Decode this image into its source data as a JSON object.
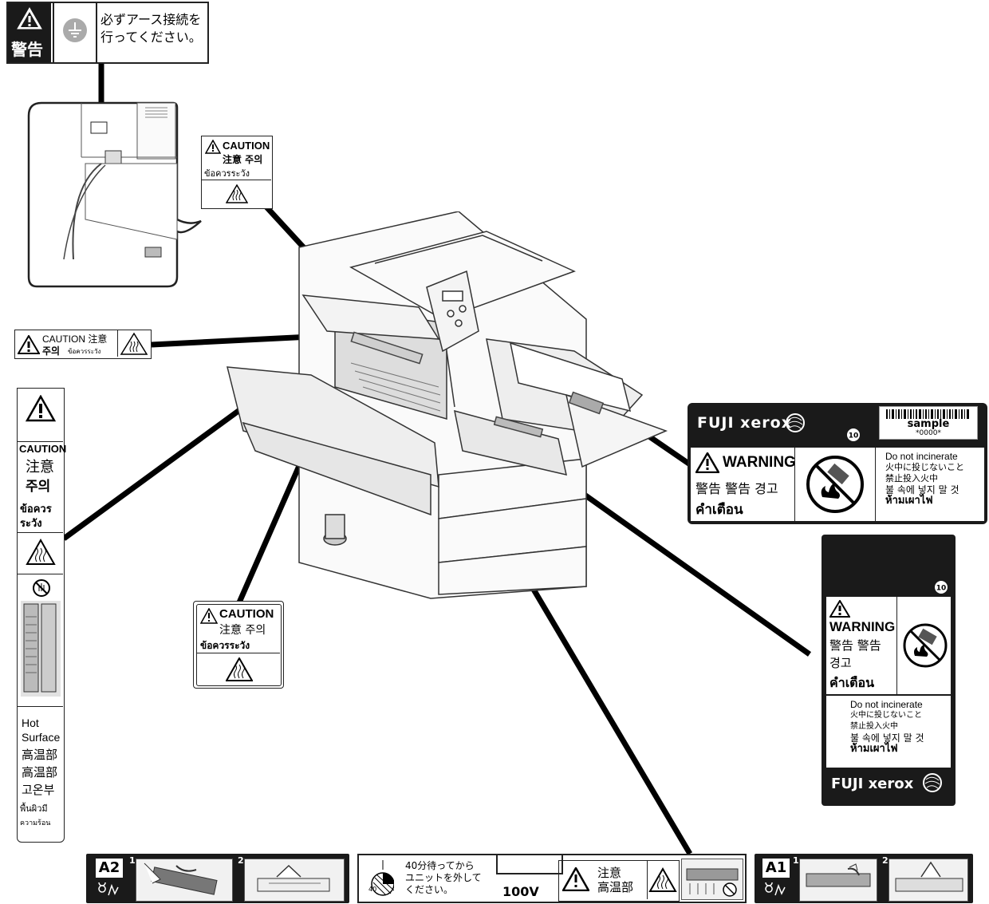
{
  "labels": {
    "ground": {
      "warn": "警告",
      "text1": "必ずアース接続を",
      "text2": "行ってください。"
    },
    "caution_top": {
      "l1": "CAUTION",
      "l2": "注意 주의",
      "l3": "ข้อควรระวัง"
    },
    "caution_left_small": {
      "l1": "CAUTION 注意",
      "l2": "주의",
      "l3": "ข้อควรระวัง"
    },
    "caution_vertical": {
      "l1": "CAUTION",
      "l2": "注意",
      "l3": "주의",
      "l4": "ข้อควร",
      "l5": "ระวัง",
      "hot1": "Hot",
      "hot2": "Surface",
      "hot3": "高温部",
      "hot4": "高温部",
      "hot5": "고온부",
      "hot6": "พื้นผิวมี",
      "hot7": "ความร้อน"
    },
    "caution_mid": {
      "l1": "CAUTION",
      "l2": "注意 주의",
      "l3": "ข้อควรระวัง"
    },
    "toner": {
      "brand": "FUJI xerox",
      "sample": "sample",
      "code": "*0000*",
      "warning": "WARNING",
      "warn_line": "警告 警告 경고",
      "thai": "คำเตือน",
      "d1": "Do not incinerate",
      "d2": "火中に投じないこと",
      "d3": "禁止投入火中",
      "d4": "불 속에 넣지 말 것",
      "d5": "ห้ามเผาไฟ"
    },
    "drum": {
      "warning": "WARNING",
      "w1": "警告 警告",
      "w2": "경고",
      "thai": "คำเตือน",
      "d1": "Do not incinerate",
      "d2": "火中に投じないこと",
      "d3": "禁止投入火中",
      "d4": "불 속에 넣지 말 것",
      "d5": "ห้ามเผาไฟ",
      "brand": "FUJI xerox"
    },
    "bottom": {
      "a2": "A2",
      "a1": "A1",
      "step1": "1",
      "step2": "2",
      "small_num": "40",
      "wait1": "40分待ってから",
      "wait2": "ユニットを外して",
      "wait3": "ください。",
      "volt": "100V",
      "hot1": "注意",
      "hot2": "高温部"
    }
  }
}
